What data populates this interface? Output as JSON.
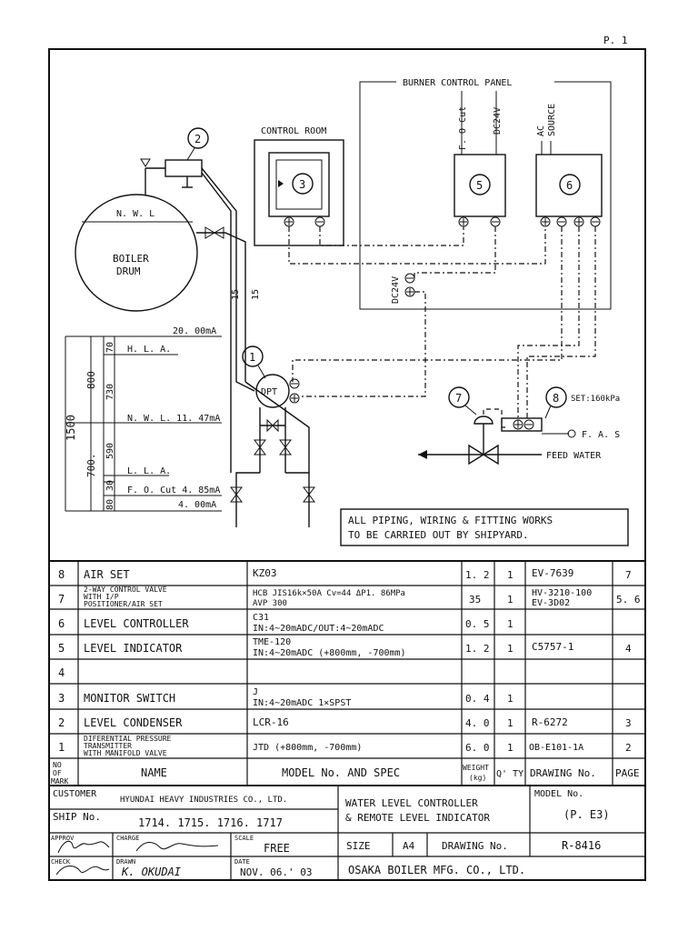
{
  "page_no": "P. 1",
  "diagram": {
    "burner_panel": "BURNER CONTROL PANEL",
    "control_room": "CONTROL ROOM",
    "fo_cut": "F. O Cut",
    "dc24v_top": "DC24V",
    "ac": "AC",
    "source": "SOURCE",
    "dc24v_mid": "DC24V",
    "nwl": "N. W. L",
    "boiler": "BOILER",
    "drum": "DRUM",
    "pipe_15a": "15",
    "pipe_15b": "15",
    "dpt": "DPT",
    "set_pressure": "SET:160kPa",
    "fas": "F. A. S",
    "feed_water": "FEED WATER",
    "note_line1": "ALL PIPING, WIRING & FITTING WORKS",
    "note_line2": "TO BE CARRIED OUT BY SHIPYARD.",
    "balloons": [
      "1",
      "2",
      "3",
      "5",
      "6",
      "7",
      "8"
    ],
    "levels": {
      "ma_20": "20. 00mA",
      "hla": "H. L. A.",
      "nwl_ma": "N. W. L.  11. 47mA",
      "lla": "L. L. A.",
      "focut_ma": "F. O. Cut  4. 85mA",
      "ma_4": "4. 00mA",
      "dim_70": "70",
      "dim_730": "730",
      "dim_590": "590",
      "dim_30": "30",
      "dim_80": "80",
      "dim_800": "800",
      "dim_700": "700.",
      "dim_1500": "1500"
    }
  },
  "parts": [
    {
      "no": "8",
      "name": "AIR SET",
      "spec1": "KZ03",
      "spec2": "",
      "weight": "1. 2",
      "qty": "1",
      "drawing": "EV-7639",
      "drawing2": "",
      "page": "7"
    },
    {
      "no": "7",
      "name": "2-WAY CONTROL VALVE",
      "name2": "WITH I/P",
      "name3": "POSITIONER/AIR SET",
      "spec1": "HCB JIS16k×50A  Cv=44  ΔP1. 86MPa",
      "spec2": "AVP 300",
      "weight": "35",
      "qty": "1",
      "drawing": "HV-3210-100",
      "drawing2": "EV-3D02",
      "page": "5. 6"
    },
    {
      "no": "6",
      "name": "LEVEL CONTROLLER",
      "spec1": "C31",
      "spec2": "IN:4~20mADC/OUT:4~20mADC",
      "weight": "0. 5",
      "qty": "1",
      "drawing": "",
      "drawing2": "",
      "page": ""
    },
    {
      "no": "5",
      "name": "LEVEL INDICATOR",
      "spec1": "TME-120",
      "spec2": "IN:4~20mADC  (+800mm, -700mm)",
      "weight": "1. 2",
      "qty": "1",
      "drawing": "C5757-1",
      "drawing2": "",
      "page": "4"
    },
    {
      "no": "4",
      "name": "",
      "spec1": "",
      "spec2": "",
      "weight": "",
      "qty": "",
      "drawing": "",
      "drawing2": "",
      "page": ""
    },
    {
      "no": "3",
      "name": "MONITOR SWITCH",
      "spec1": "J",
      "spec2": "IN:4~20mADC 1×SPST",
      "weight": "0. 4",
      "qty": "1",
      "drawing": "",
      "drawing2": "",
      "page": ""
    },
    {
      "no": "2",
      "name": "LEVEL CONDENSER",
      "spec1": "LCR-16",
      "spec2": "",
      "weight": "4. 0",
      "qty": "1",
      "drawing": "R-6272",
      "drawing2": "",
      "page": "3"
    },
    {
      "no": "1",
      "name": "DIFERENTIAL PRESSURE",
      "name2": "TRANSMITTER",
      "name3": "WITH MANIFOLD VALVE",
      "spec1": "JTD  (+800mm, -700mm)",
      "spec2": "",
      "weight": "6. 0",
      "qty": "1",
      "drawing": "OB-E101-1A",
      "drawing2": "",
      "page": "2"
    }
  ],
  "header_row": {
    "no1": "NO",
    "no2": "OF",
    "no3": "MARK",
    "name": "NAME",
    "model": "MODEL No. AND SPEC",
    "weight1": "WEIGHT",
    "weight2": "(kg)",
    "qty": "Q' TY",
    "drawing": "DRAWING No.",
    "page": "PAGE"
  },
  "title_block": {
    "customer_label": "CUSTOMER",
    "customer": "HYUNDAI HEAVY INDUSTRIES CO., LTD.",
    "ship_label": "SHIP No.",
    "ship_no": "1714. 1715. 1716. 1717",
    "title1": "WATER LEVEL CONTROLLER",
    "title2": "& REMOTE LEVEL INDICATOR",
    "model_label": "MODEL No.",
    "model_no": "(P. E3)",
    "approv_label": "APPROV",
    "charge_label": "CHARGE",
    "scale_label": "SCALE",
    "scale": "FREE",
    "size_label": "SIZE",
    "size": "A4",
    "drawing_label": "DRAWING No.",
    "drawing_no": "R-8416",
    "check_label": "CHECK",
    "drawn_label": "DRAWN",
    "drawn": "K. OKUDAI",
    "date_label": "DATE",
    "date": "NOV. 06.' 03",
    "company": "OSAKA BOILER MFG.  CO.,  LTD."
  }
}
